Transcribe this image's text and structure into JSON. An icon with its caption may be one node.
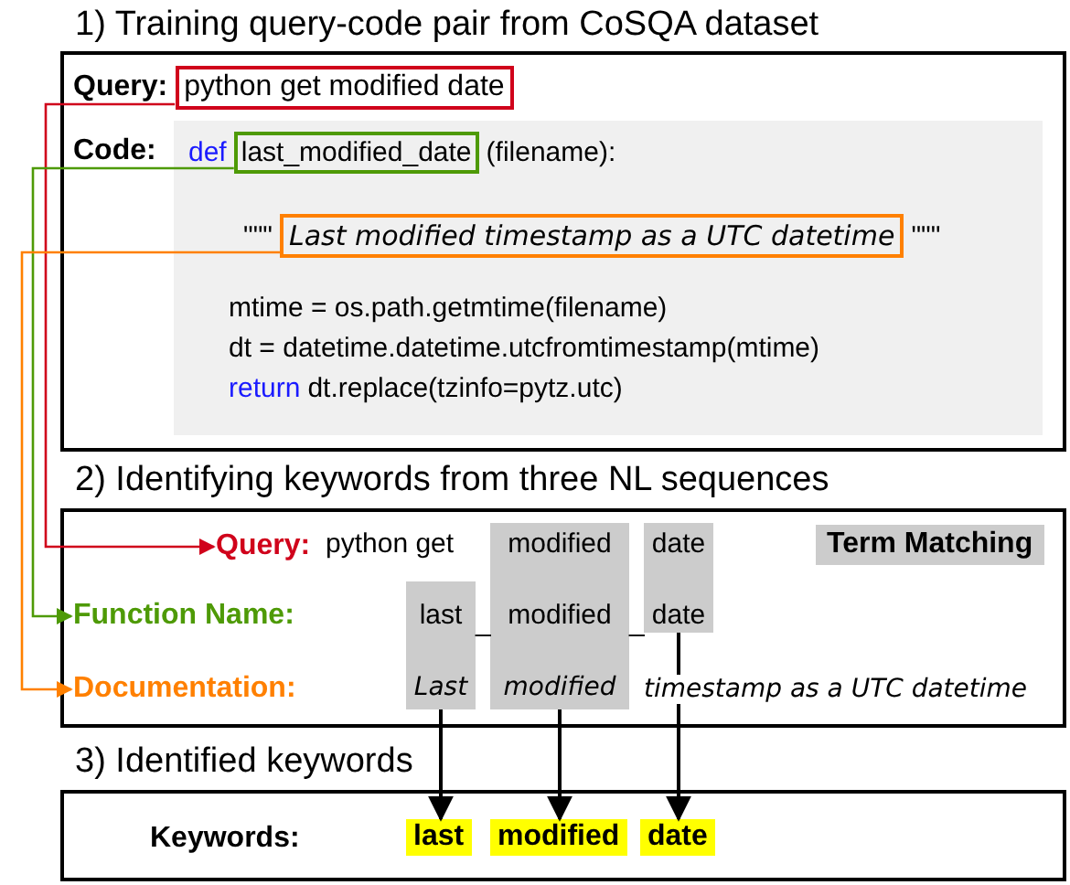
{
  "diagram": {
    "nodes": [
      {
        "text": [
          "1) Training query-code pair from CoSQA dataset"
        ]
      },
      {
        "text": [
          "python get modified date"
        ],
        "in": 0,
        "beside": [
          "Query:"
        ]
      },
      {
        "text": [
          "def",
          "(filename):",
          "\"\"\"",
          "\"\"\"",
          "mtime = os.path.getmtime(filename)",
          "dt = datetime.datetime.utcfromtimestamp(mtime)",
          "return",
          "dt.replace(tzinfo=pytz.utc)"
        ],
        "in": 0,
        "beside": [
          "Code:"
        ]
      },
      {
        "text": [
          "last_modified_date"
        ],
        "in": 2
      },
      {
        "text": [
          "Last modified timestamp as a UTC datetime"
        ],
        "in": 2
      },
      {
        "text": [
          "2) Identifying keywords from three NL sequences"
        ]
      },
      {
        "text": [
          "Term Matching"
        ],
        "in": 5
      },
      {
        "text": [
          "Query:"
        ],
        "in": 5
      },
      {
        "text": [
          "Function Name:"
        ],
        "in": 5
      },
      {
        "text": [
          "Documentation:"
        ],
        "in": 5
      },
      {
        "text": [
          "last",
          "Last"
        ],
        "in": 5
      },
      {
        "text": [
          "modified",
          "modified",
          "modified"
        ],
        "in": 5
      },
      {
        "text": [
          "date",
          "date"
        ],
        "in": 5
      },
      {
        "text": [
          "3) Identified keywords"
        ]
      },
      {
        "text": [
          "last"
        ],
        "in": 13
      },
      {
        "text": [
          "modified"
        ],
        "in": 13
      },
      {
        "text": [
          "date"
        ],
        "in": 13
      }
    ],
    "edges": [
      {
        "from": 1,
        "to": 7,
        "arrow": "to",
        "color": "#d0021b"
      },
      {
        "from": 3,
        "to": 8,
        "arrow": "to",
        "color": "#4e9a06"
      },
      {
        "from": 4,
        "to": 9,
        "arrow": "to",
        "color": "#ff8000"
      },
      {
        "from": 10,
        "to": 14,
        "arrow": "to"
      },
      {
        "from": 11,
        "to": 15,
        "arrow": "to"
      },
      {
        "from": 12,
        "to": 16,
        "arrow": "to"
      }
    ],
    "labels": [
      "python get",
      "_",
      "_",
      "timestamp as a UTC datetime",
      "Keywords:"
    ]
  }
}
